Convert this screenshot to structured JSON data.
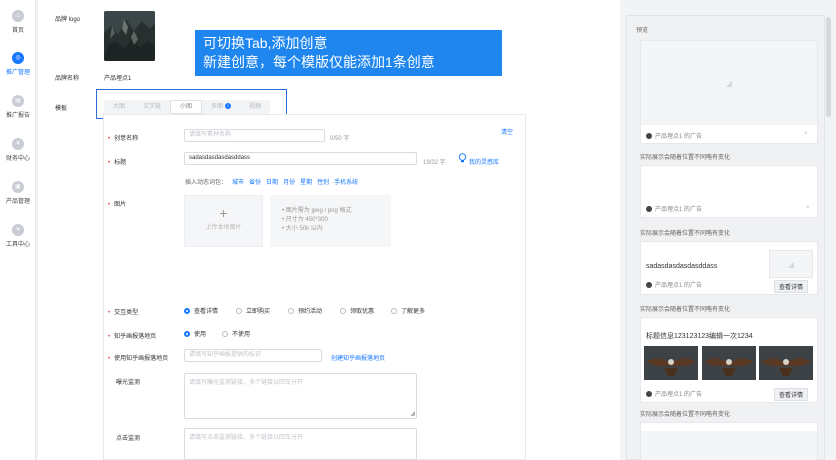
{
  "nav": {
    "items": [
      {
        "label": "首页",
        "icon": "home-icon"
      },
      {
        "label": "推广管理",
        "icon": "promotion-icon",
        "active": true
      },
      {
        "label": "推广报告",
        "icon": "report-icon"
      },
      {
        "label": "财务中心",
        "icon": "finance-icon"
      },
      {
        "label": "产品管理",
        "icon": "product-icon"
      },
      {
        "label": "工具中心",
        "icon": "tools-icon"
      }
    ]
  },
  "brand": {
    "logo_label": "品牌 logo",
    "name_label": "品牌名称",
    "name_value": "产品埋点1",
    "template_label": "模板"
  },
  "note": {
    "line1": "可切换Tab,添加创意",
    "line2": "新建创意，每个模版仅能添加1条创意"
  },
  "tabs": [
    "大图",
    "文字链",
    "小图",
    "多图",
    "视频"
  ],
  "form": {
    "clear_label": "清空",
    "creative_name_label": "创意名称",
    "creative_name_placeholder": "请填写素材名称",
    "creative_name_counter": "0/50 字",
    "title_label": "标题",
    "title_value": "sadasdasdasdasddass",
    "title_counter": "19/32 字",
    "inspiration_label": "我的灵感库",
    "dynamic_prefix": "插入动态词包：",
    "dynamic_words": [
      "城市",
      "省份",
      "日期",
      "月份",
      "星期",
      "性别",
      "手机系统"
    ],
    "image_label": "图片",
    "upload_caption": "上传本地图片",
    "upload_tips": [
      "图片需为 jpeg / png 格式",
      "尺寸为 450*300",
      "大小 50k 以内"
    ],
    "interaction_label": "交互类型",
    "interaction_options": [
      "查看详情",
      "立即购买",
      "预约活动",
      "领取优惠",
      "了解更多"
    ],
    "zhihu_label": "知乎画报落地页",
    "zhihu_options": [
      "使用",
      "不使用"
    ],
    "use_zhihu_label": "使用知乎画报落地页",
    "use_zhihu_placeholder": "请填写知乎画报提供的标识",
    "create_zhihu_link": "创建知乎画报落地页",
    "exposure_label": "曝光监测",
    "exposure_placeholder": "请填写曝光监测链接，多个链接以回车分开",
    "click_label": "点击监测",
    "click_placeholder": "请填写点击监测链接，多个链接以回车分开"
  },
  "preview": {
    "title": "预览",
    "ad_text": "产品埋点1 的广告",
    "caption": "实际展示会随着位置不同略有变化",
    "card3_title": "sadasdasdasdasddass",
    "detail_button": "查看详情",
    "card4_title": "标题信息123123123编辑一次1234",
    "close_symbol": "×"
  }
}
